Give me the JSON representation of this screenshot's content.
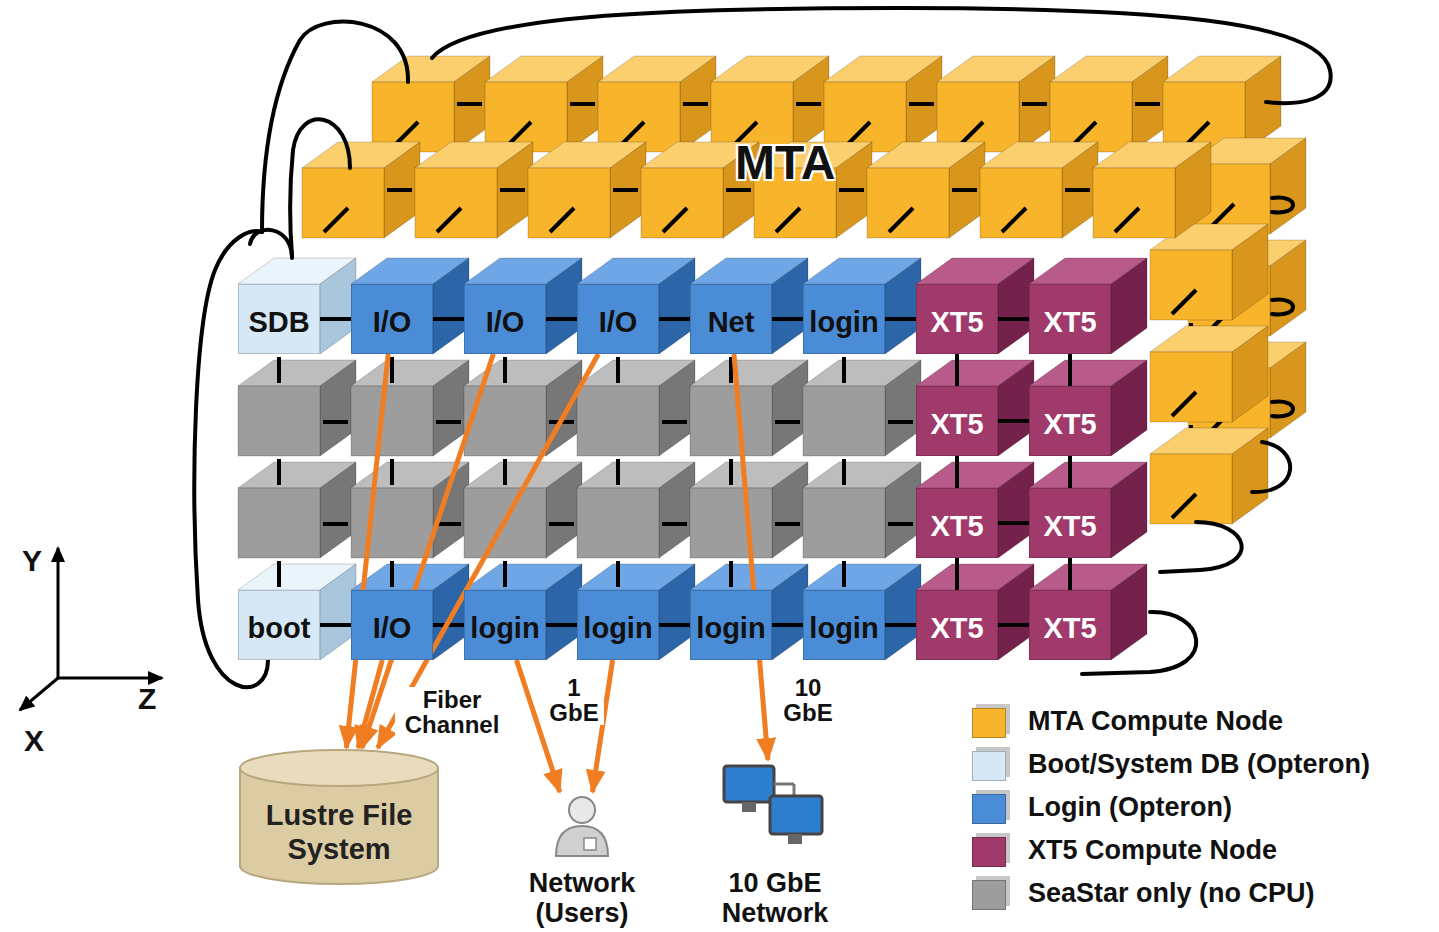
{
  "diagram": {
    "nodes": [
      {
        "text": [
          "SDB"
        ]
      },
      {
        "text": [
          "I/O"
        ]
      },
      {
        "text": [
          "I/O"
        ]
      },
      {
        "text": [
          "I/O"
        ]
      },
      {
        "text": [
          "Net"
        ]
      },
      {
        "text": [
          "login"
        ]
      },
      {
        "text": [
          "XT5"
        ]
      },
      {
        "text": [
          "XT5"
        ]
      },
      {
        "text": [
          "XT5"
        ]
      },
      {
        "text": [
          "XT5"
        ]
      },
      {
        "text": [
          "XT5"
        ]
      },
      {
        "text": [
          "XT5"
        ]
      },
      {
        "text": [
          "boot"
        ]
      },
      {
        "text": [
          "I/O"
        ]
      },
      {
        "text": [
          "login"
        ]
      },
      {
        "text": [
          "login"
        ]
      },
      {
        "text": [
          "login"
        ]
      },
      {
        "text": [
          "login"
        ]
      },
      {
        "text": [
          "XT5"
        ]
      },
      {
        "text": [
          "XT5"
        ]
      },
      {
        "text": [
          "Lustre File System"
        ]
      },
      {
        "text": [
          "Network (Users)"
        ]
      },
      {
        "text": [
          "10 GbE Network"
        ]
      }
    ],
    "edges": [
      {
        "from": 0,
        "to": 1,
        "arrow": "none"
      },
      {
        "from": 1,
        "to": 2,
        "arrow": "none"
      },
      {
        "from": 2,
        "to": 3,
        "arrow": "none"
      },
      {
        "from": 3,
        "to": 4,
        "arrow": "none"
      },
      {
        "from": 4,
        "to": 5,
        "arrow": "none"
      },
      {
        "from": 5,
        "to": 6,
        "arrow": "none"
      },
      {
        "from": 6,
        "to": 7,
        "arrow": "none"
      },
      {
        "from": 6,
        "to": 8,
        "arrow": "none"
      },
      {
        "from": 7,
        "to": 9,
        "arrow": "none"
      },
      {
        "from": 8,
        "to": 9,
        "arrow": "none"
      },
      {
        "from": 8,
        "to": 10,
        "arrow": "none"
      },
      {
        "from": 9,
        "to": 11,
        "arrow": "none"
      },
      {
        "from": 10,
        "to": 11,
        "arrow": "none"
      },
      {
        "from": 10,
        "to": 18,
        "arrow": "none"
      },
      {
        "from": 11,
        "to": 19,
        "arrow": "none"
      },
      {
        "from": 12,
        "to": 13,
        "arrow": "none"
      },
      {
        "from": 13,
        "to": 14,
        "arrow": "none"
      },
      {
        "from": 14,
        "to": 15,
        "arrow": "none"
      },
      {
        "from": 15,
        "to": 16,
        "arrow": "none"
      },
      {
        "from": 16,
        "to": 17,
        "arrow": "none"
      },
      {
        "from": 17,
        "to": 18,
        "arrow": "none"
      },
      {
        "from": 18,
        "to": 19,
        "arrow": "none"
      },
      {
        "from": 1,
        "to": 20,
        "arrow": "to"
      },
      {
        "from": 2,
        "to": 20,
        "arrow": "to"
      },
      {
        "from": 3,
        "to": 20,
        "arrow": "to"
      },
      {
        "from": 13,
        "to": 20,
        "label": "Fiber Channel",
        "arrow": "to"
      },
      {
        "from": 14,
        "to": 21,
        "label": "1 GbE",
        "arrow": "to"
      },
      {
        "from": 15,
        "to": 21,
        "arrow": "to"
      },
      {
        "from": 4,
        "to": 22,
        "label": "10 GbE",
        "arrow": "to"
      }
    ],
    "labels": [
      "MTA",
      "Y",
      "Z",
      "X"
    ],
    "legend": [
      {
        "text": "MTA Compute Node",
        "color": "#f8b42a"
      },
      {
        "text": "Boot/System DB (Opteron)",
        "color": "#d6e8f6"
      },
      {
        "text": "Login (Opteron)",
        "color": "#4a8cd6"
      },
      {
        "text": "XT5 Compute Node",
        "color": "#a03a6b"
      },
      {
        "text": "SeaStar only (no CPU)",
        "color": "#9d9d9d"
      }
    ]
  }
}
